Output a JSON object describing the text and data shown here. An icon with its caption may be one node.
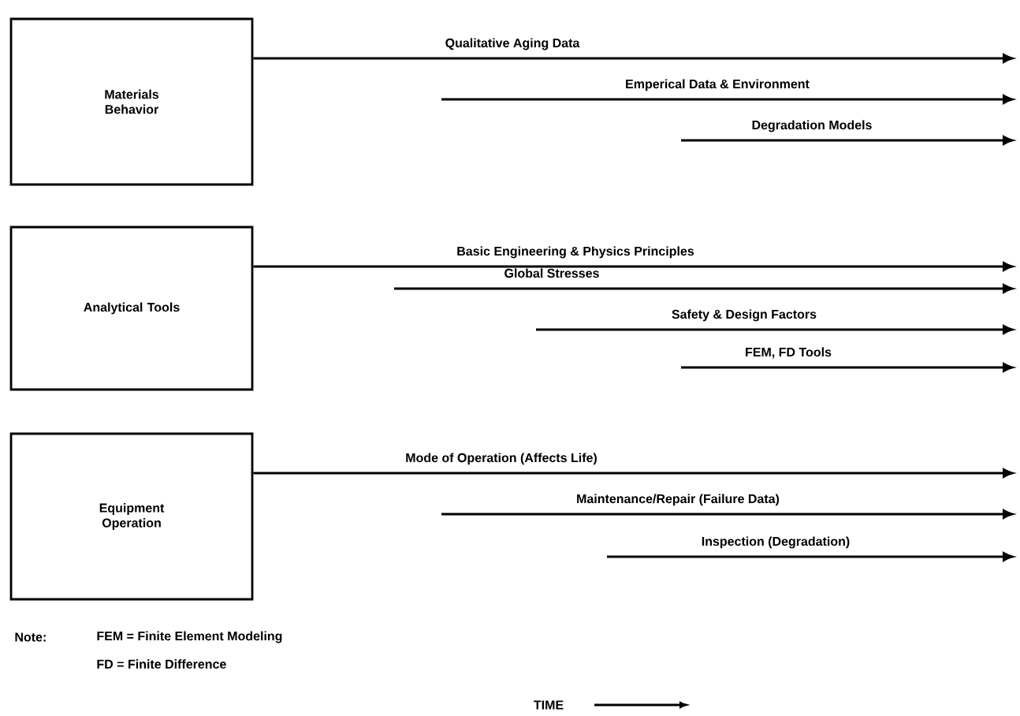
{
  "diagram": {
    "nodes": [
      {
        "text": [
          "Materials Behavior"
        ]
      },
      {
        "text": [
          "Analytical Tools"
        ]
      },
      {
        "text": [
          "Equipment Operation"
        ]
      }
    ],
    "edges": [
      {
        "from": 0,
        "to": null,
        "arrow": "to",
        "label": "Qualitative Aging Data"
      },
      {
        "from": 1,
        "to": null,
        "arrow": "to",
        "label": "Basic Engineering & Physics Principles"
      },
      {
        "from": 2,
        "to": null,
        "arrow": "to",
        "label": "Mode of Operation (Affects Life)"
      }
    ],
    "labels": [
      "Emperical Data & Environment",
      "Degradation Models",
      "Global Stresses",
      "Safety & Design Factors",
      "FEM, FD Tools",
      "Maintenance/Repair (Failure Data)",
      "Inspection (Degradation)",
      "Note:",
      "FEM = Finite Element Modeling",
      "FD = Finite Difference",
      "TIME"
    ]
  }
}
